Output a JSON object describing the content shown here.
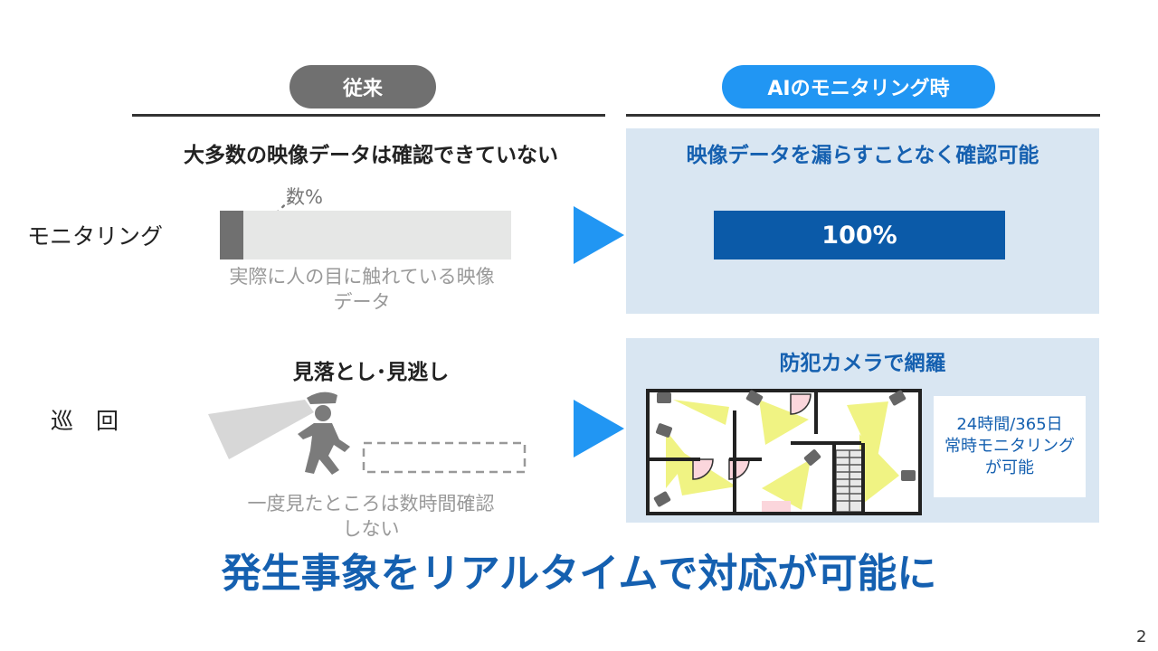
{
  "headers": {
    "left": "従来",
    "right": "AIのモニタリング時",
    "left_color": "#707070",
    "right_color": "#2196f3"
  },
  "rows": {
    "monitoring": "モニタリング",
    "patrol": "巡　回"
  },
  "traditional": {
    "monitoring_title": "大多数の映像データは確認できていない",
    "bar_percent_label": "数%",
    "bar_caption_line1": "実際に人の目に触れている映像",
    "bar_caption_line2": "データ",
    "patrol_title": "見落とし･見逃し",
    "patrol_caption_line1": "一度見たところは数時間確認",
    "patrol_caption_line2": "しない"
  },
  "ai": {
    "monitoring_title": "映像データを漏らすことなく確認可能",
    "progress_label": "100%",
    "progress_value": 100,
    "patrol_title": "防犯カメラで網羅",
    "info_line1": "24時間/365日",
    "info_line2": "常時モニタリング",
    "info_line3": "が可能",
    "accent": "#1560b0",
    "bar_color": "#0b5aa8"
  },
  "footer": {
    "headline": "発生事象をリアルタイムで対応が可能に",
    "page_number": "2"
  }
}
